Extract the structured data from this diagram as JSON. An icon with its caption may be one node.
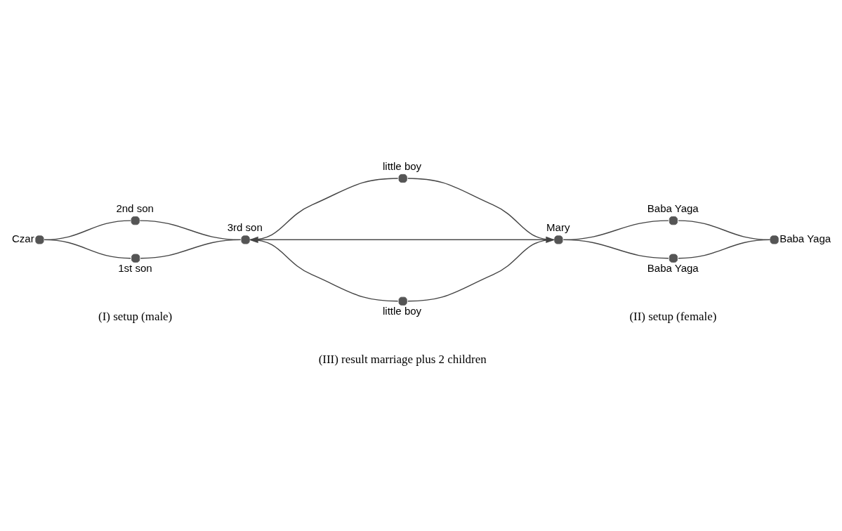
{
  "diagram": {
    "nodes": [
      {
        "text": [],
        "shape": "circle",
        "beside": [
          "Czar"
        ]
      },
      {
        "text": [],
        "shape": "circle",
        "beside": [
          "2nd son"
        ]
      },
      {
        "text": [],
        "shape": "circle",
        "beside": [
          "3rd son"
        ]
      },
      {
        "text": [],
        "shape": "circle",
        "beside": [
          "1st son"
        ]
      },
      {
        "text": [],
        "shape": "circle",
        "beside": [
          "little boy"
        ]
      },
      {
        "text": [],
        "shape": "circle",
        "beside": [
          "little boy"
        ]
      },
      {
        "text": [],
        "shape": "circle",
        "beside": [
          "Mary"
        ]
      },
      {
        "text": [],
        "shape": "circle",
        "beside": [
          "Baba Yaga"
        ]
      },
      {
        "text": [],
        "shape": "circle",
        "beside": [
          "Baba Yaga"
        ]
      },
      {
        "text": [],
        "shape": "circle",
        "beside": [
          "Baba Yaga"
        ]
      }
    ],
    "edges": [
      {
        "from": 0,
        "to": 1,
        "arrow": "none"
      },
      {
        "from": 1,
        "to": 2,
        "arrow": "none"
      },
      {
        "from": 0,
        "to": 3,
        "arrow": "none"
      },
      {
        "from": 3,
        "to": 2,
        "arrow": "none"
      },
      {
        "from": 2,
        "to": 4,
        "arrow": "none"
      },
      {
        "from": 4,
        "to": 6,
        "arrow": "none"
      },
      {
        "from": 6,
        "to": 2,
        "arrow": "to"
      },
      {
        "from": 2,
        "to": 6,
        "arrow": "to"
      },
      {
        "from": 2,
        "to": 5,
        "arrow": "none"
      },
      {
        "from": 5,
        "to": 6,
        "arrow": "none"
      },
      {
        "from": 6,
        "to": 7,
        "arrow": "none"
      },
      {
        "from": 7,
        "to": 8,
        "arrow": "none"
      },
      {
        "from": 6,
        "to": 9,
        "arrow": "none"
      },
      {
        "from": 9,
        "to": 8,
        "arrow": "none"
      }
    ],
    "labels": [
      "(I) setup (male)",
      "(III) result marriage plus 2 children",
      "(II) setup (female)"
    ]
  }
}
